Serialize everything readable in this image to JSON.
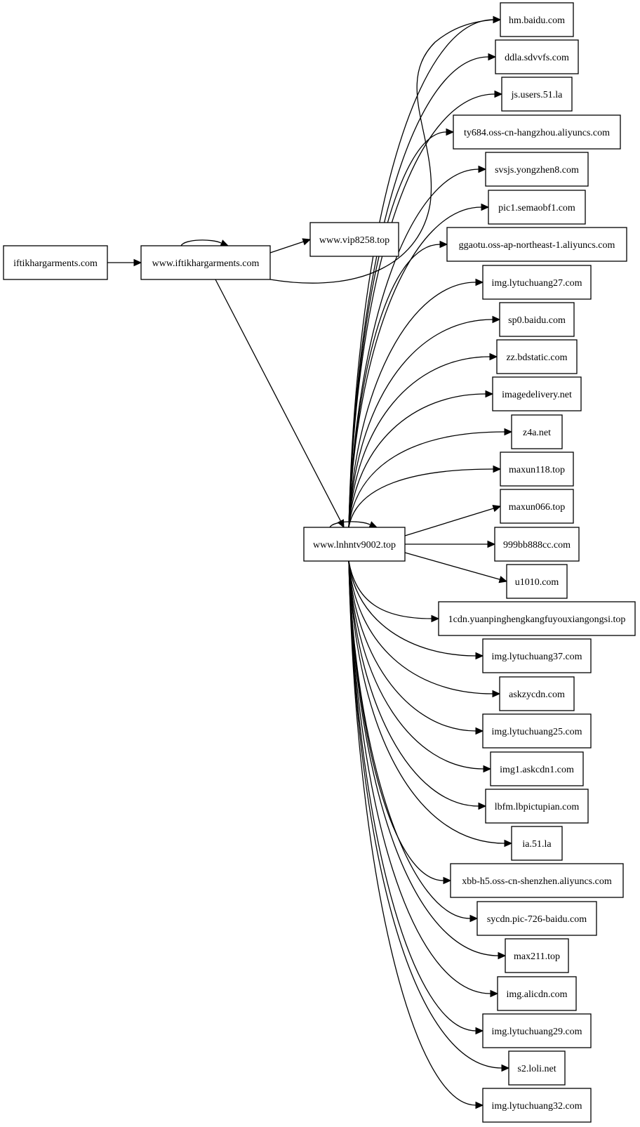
{
  "graph": {
    "nodes": [
      {
        "id": "iftikhargarments",
        "label": "iftikhargarments.com"
      },
      {
        "id": "www_iftikhargarments",
        "label": "www.iftikhargarments.com"
      },
      {
        "id": "vip8258",
        "label": "www.vip8258.top"
      },
      {
        "id": "lnhntv9002",
        "label": "www.lnhntv9002.top"
      },
      {
        "id": "hm_baidu",
        "label": "hm.baidu.com"
      },
      {
        "id": "ddla_sdvvfs",
        "label": "ddla.sdvvfs.com"
      },
      {
        "id": "js_users_51la",
        "label": "js.users.51.la"
      },
      {
        "id": "ty684_oss",
        "label": "ty684.oss-cn-hangzhou.aliyuncs.com"
      },
      {
        "id": "svsjs_yongzhen8",
        "label": "svsjs.yongzhen8.com"
      },
      {
        "id": "pic1_semaobf1",
        "label": "pic1.semaobf1.com"
      },
      {
        "id": "ggaotu_oss",
        "label": "ggaotu.oss-ap-northeast-1.aliyuncs.com"
      },
      {
        "id": "img_lytuchuang27",
        "label": "img.lytuchuang27.com"
      },
      {
        "id": "sp0_baidu",
        "label": "sp0.baidu.com"
      },
      {
        "id": "zz_bdstatic",
        "label": "zz.bdstatic.com"
      },
      {
        "id": "imagedelivery",
        "label": "imagedelivery.net"
      },
      {
        "id": "z4a",
        "label": "z4a.net"
      },
      {
        "id": "maxun118",
        "label": "maxun118.top"
      },
      {
        "id": "maxun066",
        "label": "maxun066.top"
      },
      {
        "id": "bb999",
        "label": "999bb888cc.com"
      },
      {
        "id": "u1010",
        "label": "u1010.com"
      },
      {
        "id": "cdn_yuanping",
        "label": "1cdn.yuanpinghengkangfuyouxiangongsi.top"
      },
      {
        "id": "img_lytuchuang37",
        "label": "img.lytuchuang37.com"
      },
      {
        "id": "askzycdn",
        "label": "askzycdn.com"
      },
      {
        "id": "img_lytuchuang25",
        "label": "img.lytuchuang25.com"
      },
      {
        "id": "img1_askcdn1",
        "label": "img1.askcdn1.com"
      },
      {
        "id": "lbfm_lbpictupian",
        "label": "lbfm.lbpictupian.com"
      },
      {
        "id": "ia_51la",
        "label": "ia.51.la"
      },
      {
        "id": "xbb_h5",
        "label": "xbb-h5.oss-cn-shenzhen.aliyuncs.com"
      },
      {
        "id": "sycdn_pic",
        "label": "sycdn.pic-726-baidu.com"
      },
      {
        "id": "max211",
        "label": "max211.top"
      },
      {
        "id": "img_alicdn",
        "label": "img.alicdn.com"
      },
      {
        "id": "img_lytuchuang29",
        "label": "img.lytuchuang29.com"
      },
      {
        "id": "s2_loli",
        "label": "s2.loli.net"
      },
      {
        "id": "img_lytuchuang32",
        "label": "img.lytuchuang32.com"
      }
    ],
    "edges": [
      {
        "from": "iftikhargarments",
        "to": "www_iftikhargarments"
      },
      {
        "from": "www_iftikhargarments",
        "to": "www_iftikhargarments"
      },
      {
        "from": "www_iftikhargarments",
        "to": "vip8258"
      },
      {
        "from": "www_iftikhargarments",
        "to": "hm_baidu"
      },
      {
        "from": "www_iftikhargarments",
        "to": "lnhntv9002"
      },
      {
        "from": "lnhntv9002",
        "to": "lnhntv9002"
      },
      {
        "from": "lnhntv9002",
        "to": "hm_baidu"
      },
      {
        "from": "lnhntv9002",
        "to": "ddla_sdvvfs"
      },
      {
        "from": "lnhntv9002",
        "to": "js_users_51la"
      },
      {
        "from": "lnhntv9002",
        "to": "ty684_oss"
      },
      {
        "from": "lnhntv9002",
        "to": "svsjs_yongzhen8"
      },
      {
        "from": "lnhntv9002",
        "to": "pic1_semaobf1"
      },
      {
        "from": "lnhntv9002",
        "to": "ggaotu_oss"
      },
      {
        "from": "lnhntv9002",
        "to": "img_lytuchuang27"
      },
      {
        "from": "lnhntv9002",
        "to": "sp0_baidu"
      },
      {
        "from": "lnhntv9002",
        "to": "zz_bdstatic"
      },
      {
        "from": "lnhntv9002",
        "to": "imagedelivery"
      },
      {
        "from": "lnhntv9002",
        "to": "z4a"
      },
      {
        "from": "lnhntv9002",
        "to": "maxun118"
      },
      {
        "from": "lnhntv9002",
        "to": "maxun066"
      },
      {
        "from": "lnhntv9002",
        "to": "bb999"
      },
      {
        "from": "lnhntv9002",
        "to": "u1010"
      },
      {
        "from": "lnhntv9002",
        "to": "cdn_yuanping"
      },
      {
        "from": "lnhntv9002",
        "to": "img_lytuchuang37"
      },
      {
        "from": "lnhntv9002",
        "to": "askzycdn"
      },
      {
        "from": "lnhntv9002",
        "to": "img_lytuchuang25"
      },
      {
        "from": "lnhntv9002",
        "to": "img1_askcdn1"
      },
      {
        "from": "lnhntv9002",
        "to": "lbfm_lbpictupian"
      },
      {
        "from": "lnhntv9002",
        "to": "ia_51la"
      },
      {
        "from": "lnhntv9002",
        "to": "xbb_h5"
      },
      {
        "from": "lnhntv9002",
        "to": "sycdn_pic"
      },
      {
        "from": "lnhntv9002",
        "to": "max211"
      },
      {
        "from": "lnhntv9002",
        "to": "img_alicdn"
      },
      {
        "from": "lnhntv9002",
        "to": "img_lytuchuang29"
      },
      {
        "from": "lnhntv9002",
        "to": "s2_loli"
      },
      {
        "from": "lnhntv9002",
        "to": "img_lytuchuang32"
      }
    ]
  }
}
